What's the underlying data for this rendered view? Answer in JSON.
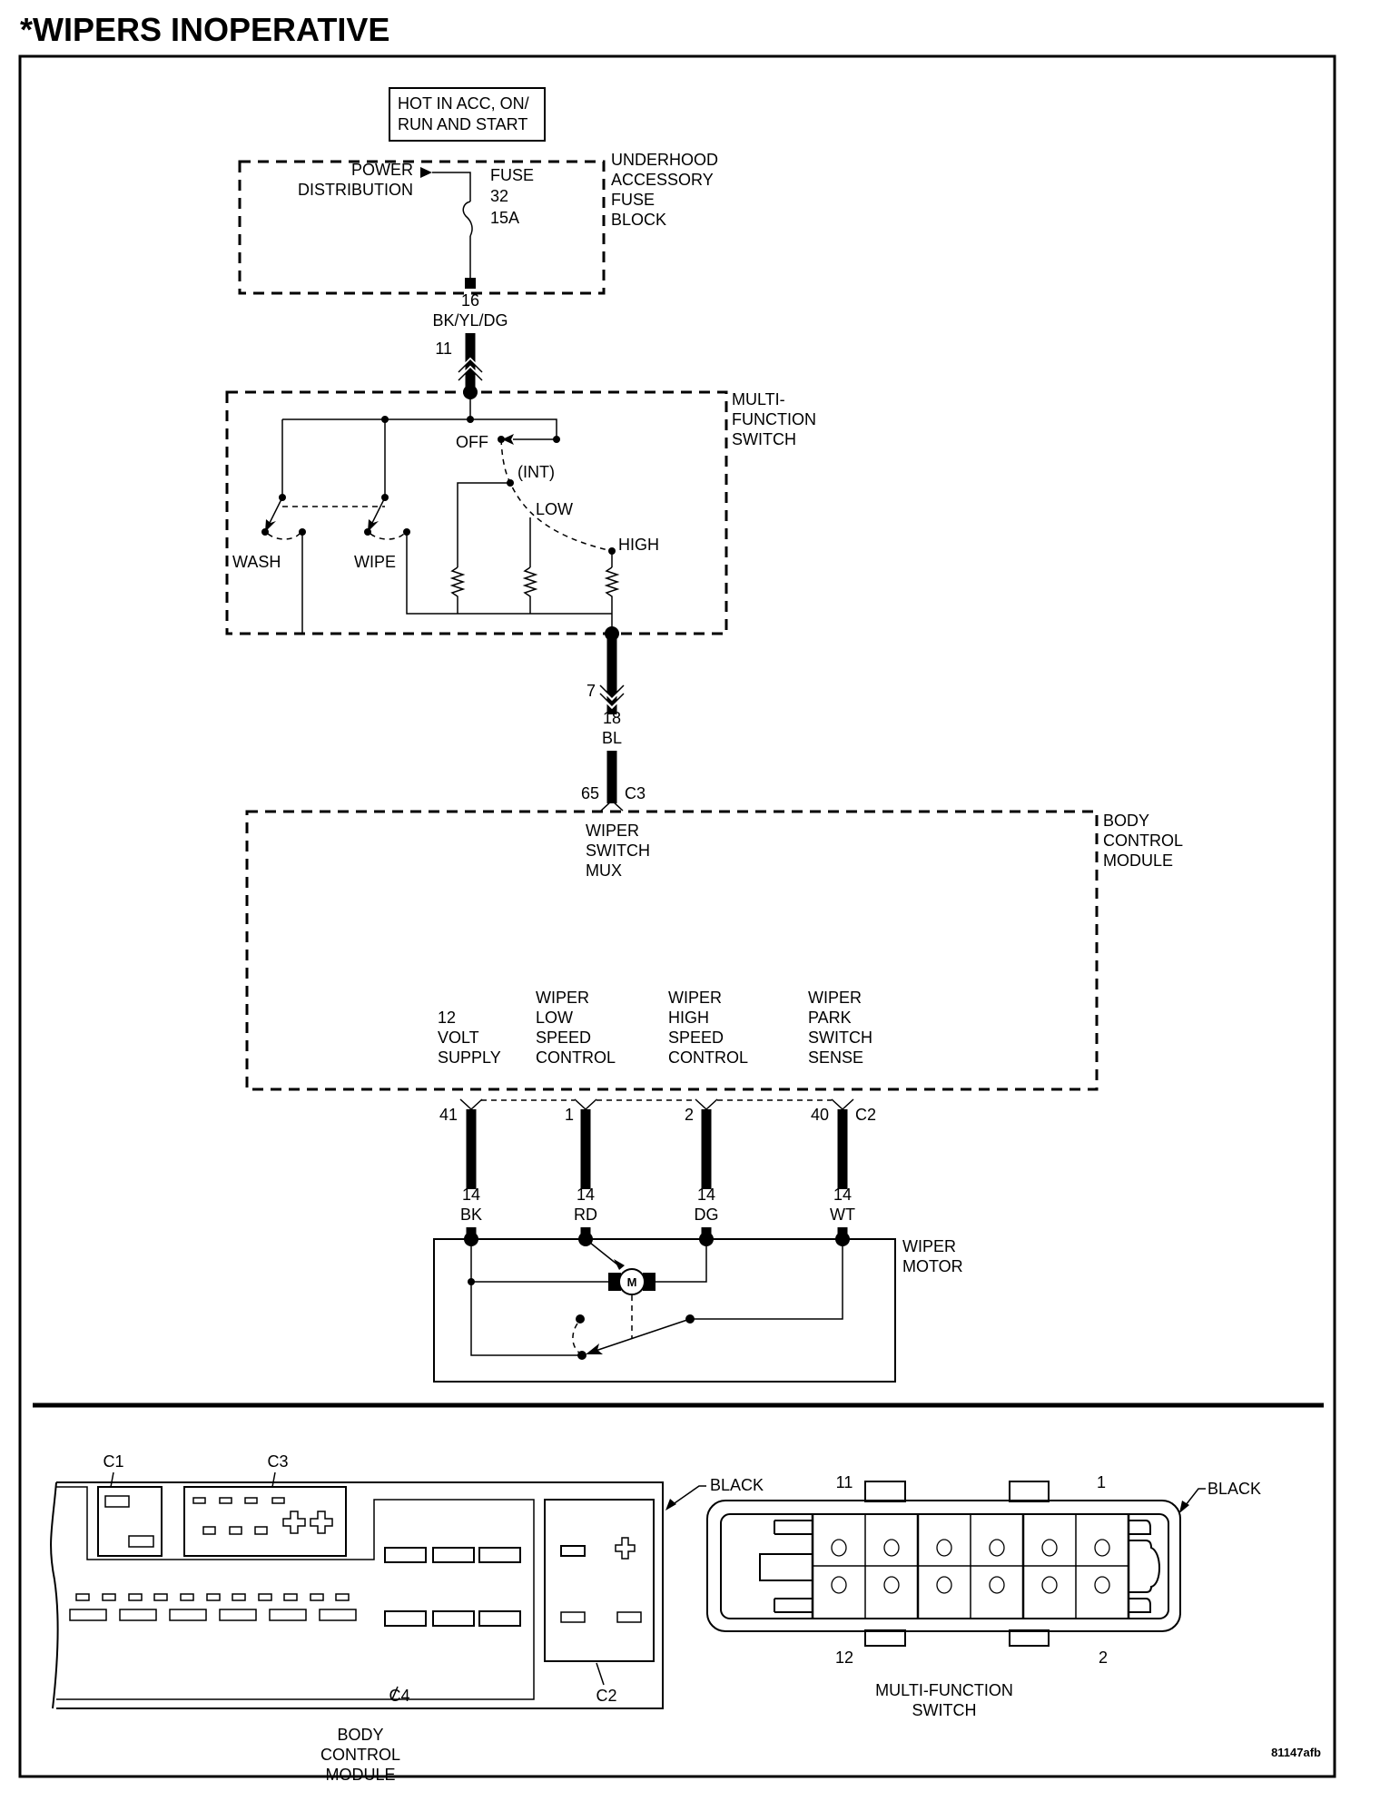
{
  "title": "*WIPERS INOPERATIVE",
  "figure_id": "81147afb",
  "power_note": [
    "HOT IN ACC, ON/",
    "RUN AND START"
  ],
  "fuse_block": {
    "name": [
      "UNDERHOOD",
      "ACCESSORY",
      "FUSE",
      "BLOCK"
    ],
    "source": [
      "POWER",
      "DISTRIBUTION"
    ],
    "fuse": [
      "FUSE",
      "32",
      "15A"
    ]
  },
  "wire_in": {
    "gauge": "16",
    "color": "BK/YL/DG",
    "connector_pin": "11"
  },
  "multi_function_switch": {
    "name": [
      "MULTI-",
      "FUNCTION",
      "SWITCH"
    ],
    "positions": {
      "off": "OFF",
      "int": "(INT)",
      "low": "LOW",
      "high": "HIGH",
      "wash": "WASH",
      "wipe": "WIPE"
    }
  },
  "wire_out": {
    "connector_pin": "7",
    "gauge": "18",
    "color": "BL",
    "bcm_pin": "65",
    "bcm_connector": "C3"
  },
  "body_control_module": {
    "name": [
      "BODY",
      "CONTROL",
      "MODULE"
    ],
    "mux_label": [
      "WIPER",
      "SWITCH",
      "MUX"
    ],
    "outputs": [
      {
        "label": [
          "",
          "12",
          "VOLT",
          "SUPPLY"
        ],
        "pin": "41",
        "gauge": "14",
        "color": "BK"
      },
      {
        "label": [
          "WIPER",
          "LOW",
          "SPEED",
          "CONTROL"
        ],
        "pin": "1",
        "gauge": "14",
        "color": "RD"
      },
      {
        "label": [
          "WIPER",
          "HIGH",
          "SPEED",
          "CONTROL"
        ],
        "pin": "2",
        "gauge": "14",
        "color": "DG"
      },
      {
        "label": [
          "WIPER",
          "PARK",
          "SWITCH",
          "SENSE"
        ],
        "pin": "40",
        "gauge": "14",
        "color": "WT"
      }
    ],
    "output_connector": "C2"
  },
  "wiper_motor": {
    "name": [
      "WIPER",
      "MOTOR"
    ],
    "motor_symbol": "M"
  },
  "connector_views": {
    "bcm": {
      "color": "BLACK",
      "connectors": [
        "C1",
        "C3",
        "C4",
        "C2"
      ],
      "name": [
        "BODY",
        "CONTROL",
        "MODULE"
      ]
    },
    "mfs": {
      "color": "BLACK",
      "pin_labels": {
        "top_left": "11",
        "top_right": "1",
        "bottom_left": "12",
        "bottom_right": "2"
      },
      "name": [
        "MULTI-FUNCTION",
        "SWITCH"
      ]
    }
  }
}
